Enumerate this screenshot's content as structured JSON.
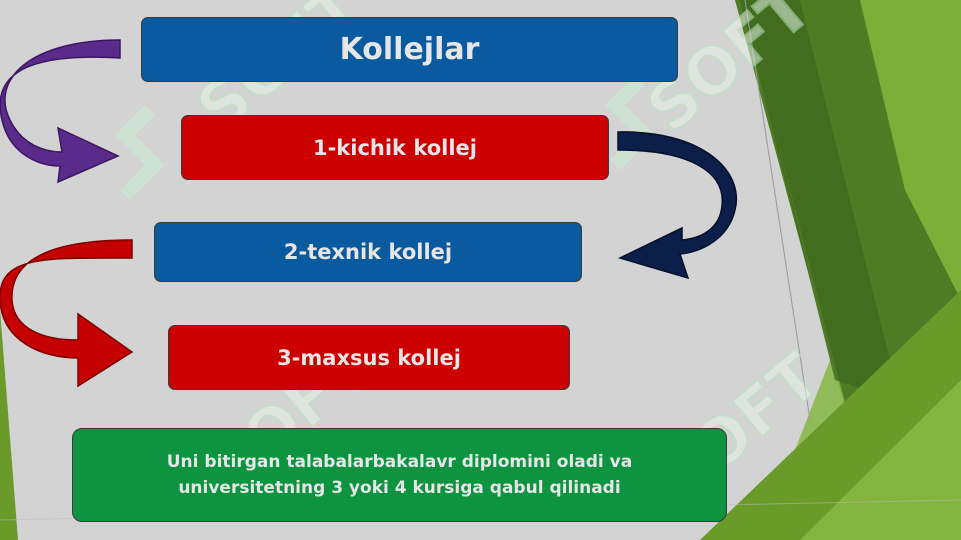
{
  "title": "Kollejlar",
  "steps": [
    {
      "label": "1-kichik kollej"
    },
    {
      "label": "2-texnik kollej"
    },
    {
      "label": "3-maxsus kollej"
    }
  ],
  "note": {
    "line1": "Uni bitirgan talabalarbakalavr diplomini oladi va",
    "line2": "universitetning 3 yoki 4 kursiga qabul qilinadi"
  },
  "watermark": "SOFT",
  "colors": {
    "blue_box": "#0a5aa0",
    "red_box": "#cc0000",
    "green_box": "#0e9340",
    "arrow_purple": "#5b2b8c",
    "arrow_navy": "#0c1e4a",
    "arrow_red": "#c40000",
    "accent_green": "#6d9a2c"
  }
}
